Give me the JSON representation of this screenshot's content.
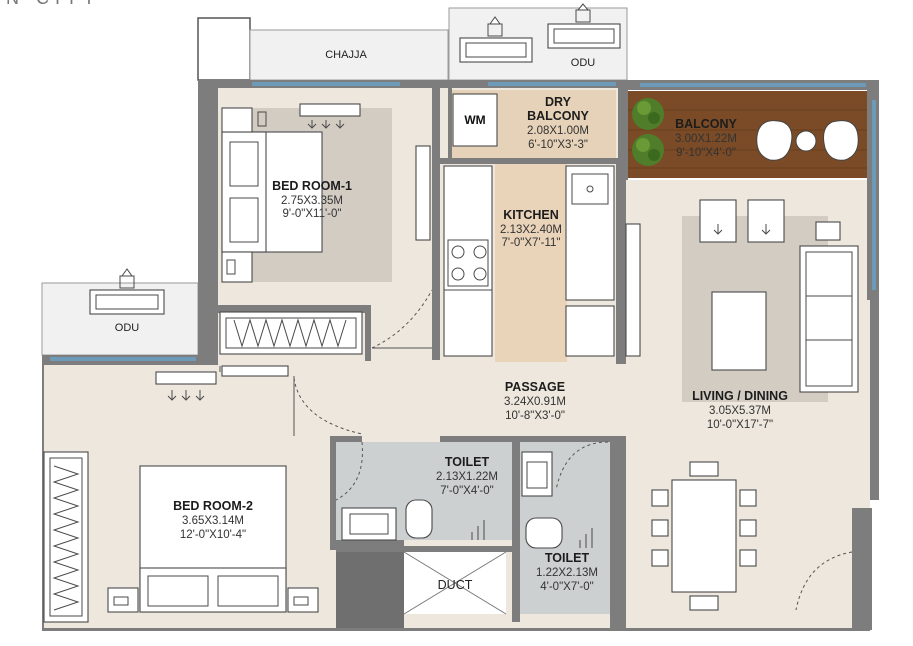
{
  "title_fragment": "N CITY",
  "colors": {
    "floor": "#ede7dd",
    "wall": "#7d7d7d",
    "window": "#6c9ab8",
    "balcony_deck": "#7a4b26",
    "kitchen_floor": "#e9d3b9",
    "dry_balcony_floor": "#e6d2b8",
    "toilet_floor": "#cdd0d1",
    "rug": "#d2ccc3"
  },
  "rooms": {
    "bed1": {
      "name": "BED ROOM-1",
      "metric": "2.75X3.35M",
      "imperial": "9'-0\"X11'-0\""
    },
    "bed2": {
      "name": "BED ROOM-2",
      "metric": "3.65X3.14M",
      "imperial": "12'-0\"X10'-4\""
    },
    "kitchen": {
      "name": "KITCHEN",
      "metric": "2.13X2.40M",
      "imperial": "7'-0\"X7'-11\""
    },
    "dry_balcony": {
      "name_line1": "DRY",
      "name_line2": "BALCONY",
      "metric": "2.08X1.00M",
      "imperial": "6'-10\"X3'-3\""
    },
    "balcony": {
      "name": "BALCONY",
      "metric": "3.00X1.22M",
      "imperial": "9'-10\"X4'-0\""
    },
    "passage": {
      "name": "PASSAGE",
      "metric": "3.24X0.91M",
      "imperial": "10'-8\"X3'-0\""
    },
    "living": {
      "name": "LIVING / DINING",
      "metric": "3.05X5.37M",
      "imperial": "10'-0\"X17'-7\""
    },
    "toilet1": {
      "name": "TOILET",
      "metric": "2.13X1.22M",
      "imperial": "7'-0\"X4'-0\""
    },
    "toilet2": {
      "name": "TOILET",
      "metric": "1.22X2.13M",
      "imperial": "4'-0\"X7'-0\""
    }
  },
  "labels": {
    "chajja": "CHAJJA",
    "odu_top": "ODU",
    "odu_left": "ODU",
    "wm": "WM",
    "duct": "DUCT"
  },
  "icons": [
    "ac-outdoor-unit-icon",
    "indoor-ac-icon",
    "potted-plant-icon",
    "lounge-chair-icon",
    "door-swing-icon"
  ]
}
